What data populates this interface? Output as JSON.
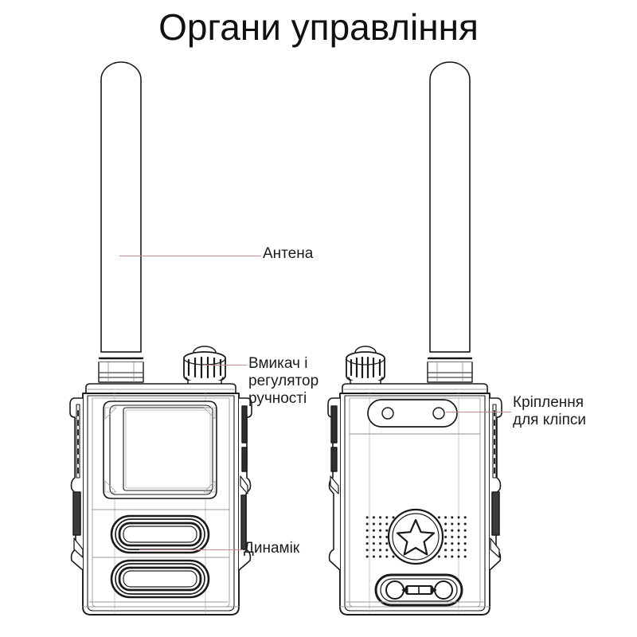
{
  "page": {
    "title": "Органи управління",
    "background_color": "#ffffff",
    "line_color": "#1a1a1a",
    "leader_color": "#c98c8c",
    "text_color": "#1b1b1b"
  },
  "diagram": {
    "type": "technical-illustration",
    "subject": "two-way-radio-walkie-talkie",
    "views": [
      {
        "name": "front-view",
        "position": "left"
      },
      {
        "name": "back-view",
        "position": "right"
      }
    ]
  },
  "callouts": [
    {
      "id": "antenna",
      "label": "Антена",
      "points_to": "antenna-left",
      "view": "front-view"
    },
    {
      "id": "power-volume-knob",
      "label": "Вмикач і\nрегулятор\nручності",
      "points_to": "knob-left",
      "view": "front-view"
    },
    {
      "id": "speaker",
      "label": "Динамік",
      "points_to": "speaker-grille-left",
      "view": "front-view"
    },
    {
      "id": "belt-clip-mount",
      "label": "Кріплення\nдля кліпси",
      "points_to": "clip-mount-right",
      "view": "back-view"
    }
  ]
}
